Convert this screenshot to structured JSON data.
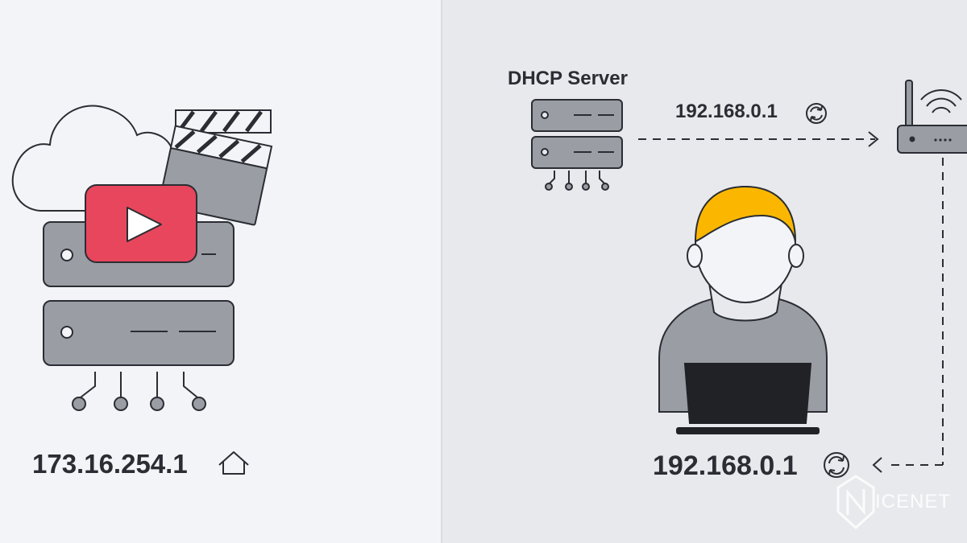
{
  "left_panel": {
    "public_ip": "173.16.254.1",
    "home_icon": "home-icon",
    "icons": [
      "cloud-icon",
      "clapperboard-icon",
      "video-play-icon",
      "server-icon"
    ]
  },
  "right_panel": {
    "dhcp_server": {
      "title": "DHCP Server",
      "icon": "server-icon"
    },
    "assigned_ip": "192.168.0.1",
    "router_icon": "wifi-router-icon",
    "client": {
      "ip": "192.168.0.1",
      "icon": "user-laptop-icon"
    },
    "refresh_icon": "refresh-icon"
  },
  "watermark": {
    "text": "ICENET"
  },
  "colors": {
    "left_bg": "#f3f4f7",
    "right_bg": "#e8e9ec",
    "outline": "#2a2d33",
    "gray_fill": "#9a9da4",
    "red_accent": "#e8465c",
    "hair_yellow": "#fbb700",
    "laptop": "#212226"
  }
}
